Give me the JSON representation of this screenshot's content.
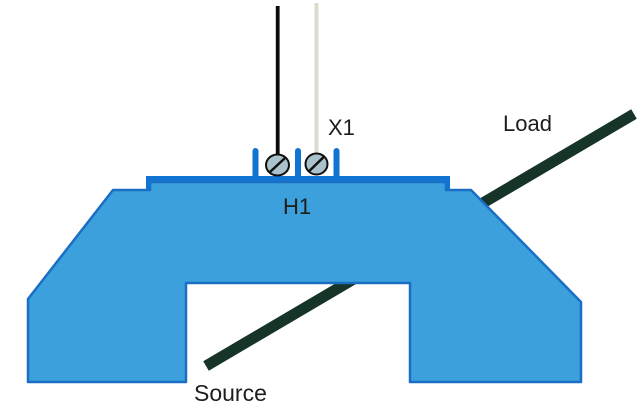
{
  "diagram": {
    "labels": {
      "secondary_terminal": "X1",
      "primary_terminal": "H1",
      "load": "Load",
      "source": "Source"
    },
    "colors": {
      "body_fill": "#3ba0dc",
      "body_stroke": "#1a6fc4",
      "hardware_blue": "#1173d2",
      "conductor_dark_green": "#163528",
      "secondary_wire_black": "#0a0a0a",
      "secondary_wire_light": "#d8dcc9",
      "screw_fill": "#a9c2cb",
      "screw_stroke": "#101010",
      "label_text": "#1d1d1b",
      "background": "#ffffff"
    }
  }
}
